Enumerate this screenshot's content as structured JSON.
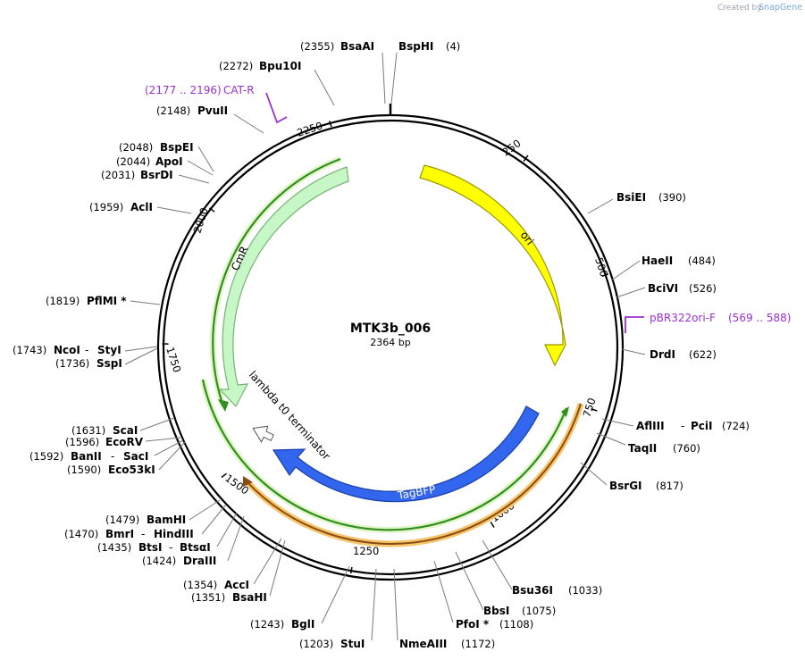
{
  "credit": {
    "prefix": "Created by",
    "brand": "SnapGene"
  },
  "plasmid": {
    "name": "MTK3b_006",
    "size": "2364 bp"
  },
  "ticks": [
    "250",
    "500",
    "750",
    "1000",
    "1250",
    "1500",
    "1750",
    "2000",
    "2250"
  ],
  "features": {
    "ori": "ori",
    "cmr": "CmR",
    "tagbfp": "TagBFP",
    "terminator": "lambda t0 terminator"
  },
  "primers": [
    {
      "range": "(2177 .. 2196)",
      "name": "CAT-R"
    },
    {
      "name": "pBR322ori-F",
      "range": "(569 .. 588)"
    }
  ],
  "sites": [
    {
      "pos": "(2355)",
      "names": [
        "BsaAI"
      ]
    },
    {
      "pos": "(4)",
      "names": [
        "BspHI"
      ]
    },
    {
      "pos": "(2272)",
      "names": [
        "Bpu10I"
      ]
    },
    {
      "pos": "(2148)",
      "names": [
        "PvuII"
      ]
    },
    {
      "pos": "(2048)",
      "names": [
        "BspEI"
      ]
    },
    {
      "pos": "(2044)",
      "names": [
        "ApoI"
      ]
    },
    {
      "pos": "(2031)",
      "names": [
        "BsrDI"
      ]
    },
    {
      "pos": "(1959)",
      "names": [
        "AclI"
      ]
    },
    {
      "pos": "(1819)",
      "names": [
        "PflMI *"
      ]
    },
    {
      "pos": "(1743)",
      "names": [
        "NcoI",
        "StyI"
      ]
    },
    {
      "pos": "(1736)",
      "names": [
        "SspI"
      ]
    },
    {
      "pos": "(1631)",
      "names": [
        "ScaI"
      ]
    },
    {
      "pos": "(1596)",
      "names": [
        "EcoRV"
      ]
    },
    {
      "pos": "(1592)",
      "names": [
        "BanII",
        "SacI"
      ]
    },
    {
      "pos": "(1590)",
      "names": [
        "Eco53kI"
      ]
    },
    {
      "pos": "(1479)",
      "names": [
        "BamHI"
      ]
    },
    {
      "pos": "(1470)",
      "names": [
        "BmrI",
        "HindIII"
      ]
    },
    {
      "pos": "(1435)",
      "names": [
        "BtsI",
        "BtsαI"
      ]
    },
    {
      "pos": "(1424)",
      "names": [
        "DraIII"
      ]
    },
    {
      "pos": "(1354)",
      "names": [
        "AccI"
      ]
    },
    {
      "pos": "(1351)",
      "names": [
        "BsaHI"
      ]
    },
    {
      "pos": "(1243)",
      "names": [
        "BglI"
      ]
    },
    {
      "pos": "(1203)",
      "names": [
        "StuI"
      ]
    },
    {
      "pos": "(1172)",
      "names": [
        "NmeAIII"
      ]
    },
    {
      "pos": "(1108)",
      "names": [
        "PfoI *"
      ]
    },
    {
      "pos": "(1075)",
      "names": [
        "BbsI"
      ]
    },
    {
      "pos": "(1033)",
      "names": [
        "Bsu36I"
      ]
    },
    {
      "pos": "(817)",
      "names": [
        "BsrGI"
      ]
    },
    {
      "pos": "(760)",
      "names": [
        "TaqII"
      ]
    },
    {
      "pos": "(724)",
      "names": [
        "AflIII",
        "PciI"
      ]
    },
    {
      "pos": "(622)",
      "names": [
        "DrdI"
      ]
    },
    {
      "pos": "(526)",
      "names": [
        "BciVI"
      ]
    },
    {
      "pos": "(484)",
      "names": [
        "HaeII"
      ]
    },
    {
      "pos": "(390)",
      "names": [
        "BsiEI"
      ]
    }
  ],
  "colors": {
    "ori": "#ffff00",
    "cmr": "#c7f7c7",
    "tagbfp": "#3366ee",
    "primer": "#9b2fd6",
    "orange_band": "#f6c46a",
    "green_band": "#2f8f1f",
    "credit_brand": "#7aa7d8"
  }
}
